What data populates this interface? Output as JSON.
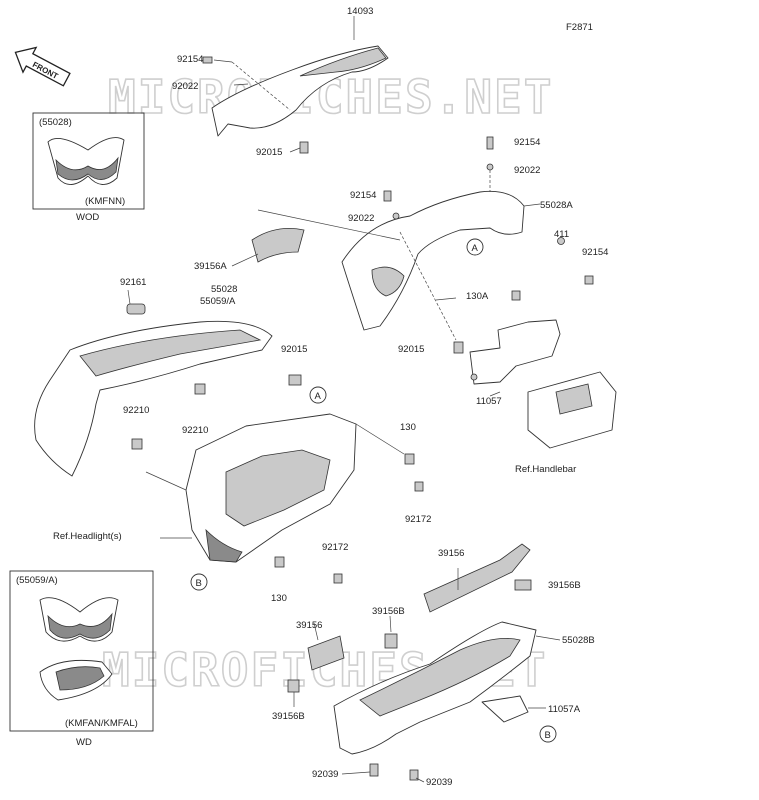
{
  "figure_code": "F2871",
  "front_arrow_label": "FRONT",
  "watermark": "MICROFICHES.NET",
  "inset_top": {
    "part": "(55028)",
    "model": "(KMFNN)",
    "market": "WOD"
  },
  "inset_bottom": {
    "part": "(55059/A)",
    "model": "(KMFAN/KMFAL)",
    "market": "WD"
  },
  "callouts": [
    "A",
    "B"
  ],
  "labels": {
    "l14093": "14093",
    "l92154_a": "92154",
    "l92022_a": "92022",
    "l92015_a": "92015",
    "l92154_b": "92154",
    "l92022_b": "92022",
    "l92154_c": "92154",
    "l92022_c": "92022",
    "l55028A": "55028A",
    "l411": "411",
    "l92154_d": "92154",
    "l39156A": "39156A",
    "l130A": "130A",
    "l92015_b": "92015",
    "l11057": "11057",
    "l92161": "92161",
    "l55028": "55028",
    "l55059A": "55059/A",
    "l92015_c": "92015",
    "l92210_a": "92210",
    "l92210_b": "92210",
    "l130_a": "130",
    "l92172_a": "92172",
    "l92172_b": "92172",
    "l130_b": "130",
    "ref_handlebar": "Ref.Handlebar",
    "ref_headlight": "Ref.Headlight(s)",
    "l39156_a": "39156",
    "l39156B_a": "39156B",
    "l39156B_b": "39156B",
    "l39156_b": "39156",
    "l55028B": "55028B",
    "l39156B_c": "39156B",
    "l11057A": "11057A",
    "l92039_a": "92039",
    "l92039_b": "92039"
  }
}
